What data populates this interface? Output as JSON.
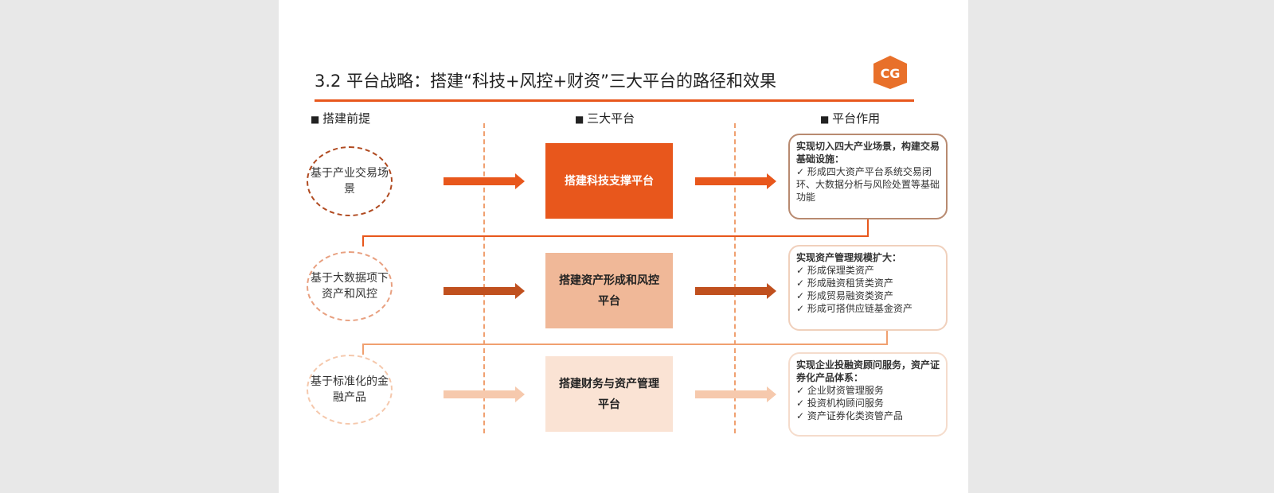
{
  "title": "3.2 平台战略：搭建“科技+风控+财资”三大平台的路径和效果",
  "headers": [
    "搭建前提",
    "三大平台",
    "平台作用"
  ],
  "rows": [
    {
      "premise": "基于产业交易场景",
      "platform": "搭建科技支撑平台",
      "effect_heading": "实现切入四大产业场景，构建交易基础设施：",
      "effect_items": [
        "形成四大资产平台系统交易闭环、大数据分析与风险处置等基础功能"
      ]
    },
    {
      "premise": "基于大数据项下资产和风控",
      "platform": "搭建资产形成和风控平台",
      "effect_heading": "实现资产管理规模扩大：",
      "effect_items": [
        "形成保理类资产",
        "形成融资租赁类资产",
        "形成贸易融资类资产",
        "形成可搭供应链基金资产"
      ]
    },
    {
      "premise": "基于标准化的金融产品",
      "platform": "搭建财务与资产管理平台",
      "effect_heading": "实现企业投融资顾问服务，资产证券化产品体系：",
      "effect_items": [
        "企业财资管理服务",
        "投资机构顾问服务",
        "资产证券化类资管产品"
      ]
    }
  ],
  "colors": {
    "accent": "#e8571c",
    "mid": "#f0b898",
    "light": "#fae3d4"
  }
}
